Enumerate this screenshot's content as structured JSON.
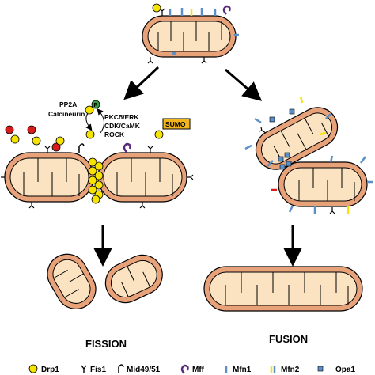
{
  "kinases": {
    "phosphatases_line1": "PP2A",
    "phosphatases_line2": "Calcineurin",
    "kinases_line1": "PKCδ/ERK",
    "kinases_line2": "CDK/CaMK",
    "kinases_line3": "ROCK",
    "phospho_symbol": "P",
    "sumo_label": "SUMO"
  },
  "outcomes": {
    "fission_label": "FISSION",
    "fusion_label": "FUSION"
  },
  "legend": [
    {
      "name": "Drp1",
      "icon": "yellow-circle-icon"
    },
    {
      "name": "Fis1",
      "icon": "y-shape-icon"
    },
    {
      "name": "Mid49/51",
      "icon": "hook-icon"
    },
    {
      "name": "Mff",
      "icon": "purple-hook-icon"
    },
    {
      "name": "Mfn1",
      "icon": "blue-bar-icon"
    },
    {
      "name": "Mfn2",
      "icon": "yellow-blue-bar-icon"
    },
    {
      "name": "Opa1",
      "icon": "blue-square-icon"
    }
  ],
  "colors": {
    "membrane": "#e8a27a",
    "matrix": "#fbe3c2",
    "drp1": "#f6e400",
    "phospho": "#2e9e3e",
    "red_phospho": "#d61c1c",
    "mff": "#5a2a7a",
    "mfn": "#5a8fc8",
    "sumo": "#f2b51b"
  }
}
